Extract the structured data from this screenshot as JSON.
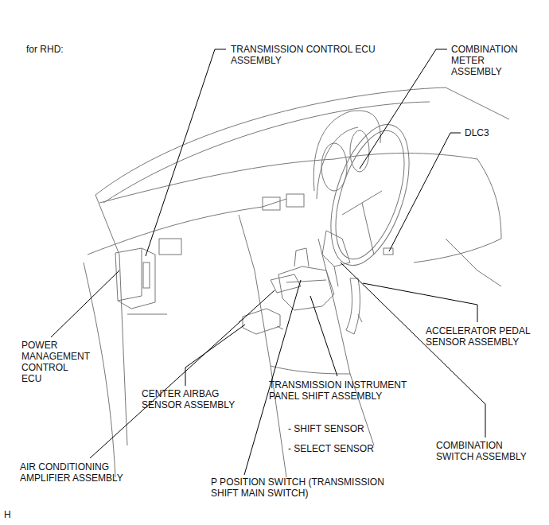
{
  "diagram": {
    "labels": [
      "for RHD:",
      "TRANSMISSION CONTROL ECU ASSEMBLY",
      "COMBINATION METER ASSEMBLY",
      "DLC3",
      "POWER MANAGEMENT CONTROL ECU",
      "ACCELERATOR PEDAL SENSOR ASSEMBLY",
      "CENTER AIRBAG SENSOR ASSEMBLY",
      "TRANSMISSION INSTRUMENT PANEL SHIFT ASSEMBLY",
      "- SHIFT SENSOR",
      "- SELECT SENSOR",
      "COMBINATION SWITCH ASSEMBLY",
      "AIR CONDITIONING AMPLIFIER ASSEMBLY",
      "P POSITION SWITCH (TRANSMISSION SHIFT MAIN SWITCH)",
      "H"
    ]
  }
}
